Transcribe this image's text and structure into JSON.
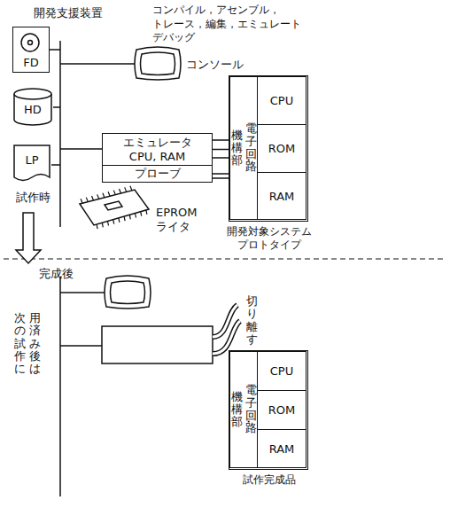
{
  "diagram": {
    "nodes": [
      {
        "text": [
          "FD"
        ]
      },
      {
        "text": [
          "HD"
        ]
      },
      {
        "text": [
          "LP"
        ]
      },
      {
        "text": [
          "コンソール"
        ]
      },
      {
        "text": [
          "エミュレータ CPU, RAM"
        ]
      },
      {
        "text": [
          "プローブ"
        ]
      },
      {
        "text": [
          "EPROM ライタ"
        ]
      },
      {
        "text": [
          "開発対象システム プロトタイプ"
        ]
      },
      {
        "text": [
          "機構部・",
          "電子回路"
        ],
        "in": 7
      },
      {
        "text": [
          "CPU"
        ],
        "in": 7
      },
      {
        "text": [
          "ROM"
        ],
        "in": 7
      },
      {
        "text": [
          "RAM"
        ],
        "in": 7
      },
      {
        "text": [
          "試作完成品"
        ]
      },
      {
        "text": [
          "機構部・",
          "電子回路"
        ],
        "in": 12
      },
      {
        "text": [
          "CPU"
        ],
        "in": 12
      },
      {
        "text": [
          "ROM"
        ],
        "in": 12
      },
      {
        "text": [
          "RAM"
        ],
        "in": 12
      }
    ],
    "edges": [
      {
        "from": 4,
        "to": 8,
        "arrow": "none"
      },
      {
        "from": 5,
        "to": 8,
        "arrow": "none"
      }
    ],
    "labels": [
      "開発支援装置",
      "コンパイル，アセンブル， トレース，編集，エミュレート デバッグ",
      "試作時",
      "完成後",
      "切り離す",
      "用済み後は",
      "次の試作に"
    ]
  }
}
